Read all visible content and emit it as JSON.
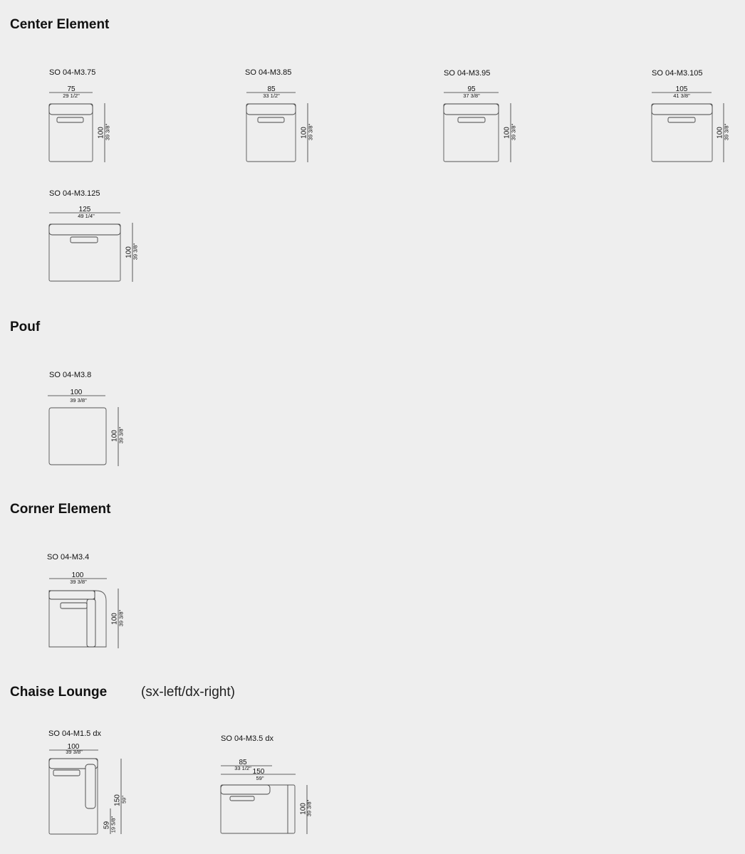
{
  "sections": {
    "center": {
      "title": "Center Element"
    },
    "pouf": {
      "title": "Pouf"
    },
    "corner": {
      "title": "Corner Element"
    },
    "chaise": {
      "title": "Chaise Lounge",
      "subtitle": "(sx-left/dx-right)"
    }
  },
  "modules": {
    "m75": {
      "code": "SO 04-M3.75",
      "width_cm": "75",
      "width_in": "29 1/2\"",
      "depth_cm": "100",
      "depth_in": "39 3/8\""
    },
    "m85": {
      "code": "SO 04-M3.85",
      "width_cm": "85",
      "width_in": "33 1/2\"",
      "depth_cm": "100",
      "depth_in": "39 3/8\""
    },
    "m95": {
      "code": "SO 04-M3.95",
      "width_cm": "95",
      "width_in": "37 3/8\"",
      "depth_cm": "100",
      "depth_in": "39 3/8\""
    },
    "m105": {
      "code": "SO 04-M3.105",
      "width_cm": "105",
      "width_in": "41 3/8\"",
      "depth_cm": "100",
      "depth_in": "39 3/8\""
    },
    "m125": {
      "code": "SO 04-M3.125",
      "width_cm": "125",
      "width_in": "49 1/4\"",
      "depth_cm": "100",
      "depth_in": "39 3/8\""
    },
    "pouf": {
      "code": "SO 04-M3.8",
      "width_cm": "100",
      "width_in": "39 3/8\"",
      "depth_cm": "100",
      "depth_in": "39 3/8\""
    },
    "corner": {
      "code": "SO 04-M3.4",
      "width_cm": "100",
      "width_in": "39 3/8\"",
      "depth_cm": "100",
      "depth_in": "39 3/8\""
    },
    "m15dx": {
      "code": "SO 04-M1.5 dx",
      "width_cm": "100",
      "width_in": "39 3/8\"",
      "depth_cm": "150",
      "depth_in": "59\"",
      "chaise_cm": "59",
      "chaise_in": "19 5/8\""
    },
    "m35dx": {
      "code": "SO 04-M3.5 dx",
      "width_cm": "85",
      "width_in": "33 1/2\"",
      "total_cm": "150",
      "total_in": "59\"",
      "depth_cm": "100",
      "depth_in": "39 3/8\""
    }
  }
}
